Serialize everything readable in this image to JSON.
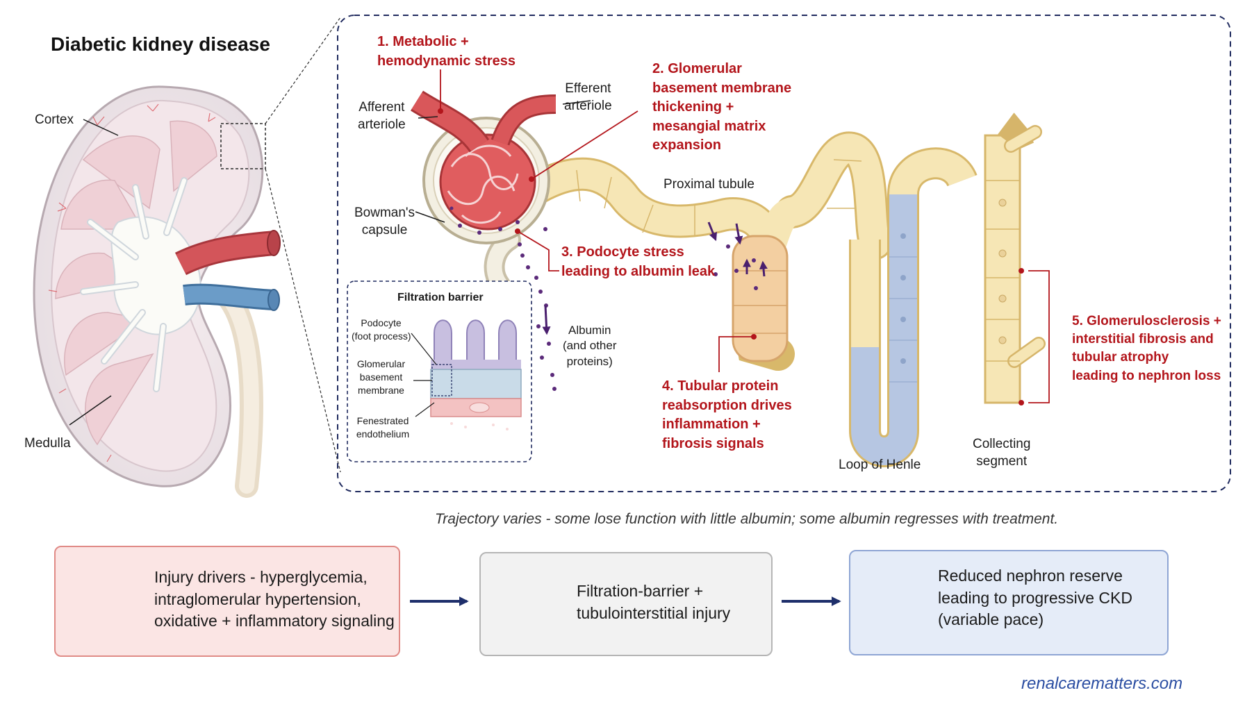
{
  "title": "Diabetic kidney disease",
  "kidney_labels": {
    "cortex": "Cortex",
    "medulla": "Medulla"
  },
  "nephron_labels": {
    "afferent": "Afferent\narteriole",
    "efferent": "Efferent\narteriole",
    "bowmans": "Bowman's\ncapsule",
    "proximal": "Proximal tubule",
    "loop": "Loop of Henle",
    "collecting": "Collecting\nsegment",
    "albumin": "Albumin\n(and other\nproteins)"
  },
  "steps": [
    {
      "text": "1. Metabolic +\nhemodynamic stress"
    },
    {
      "text": "2. Glomerular\nbasement membrane\nthickening +\nmesangial matrix\nexpansion"
    },
    {
      "text": "3. Podocyte stress\nleading to albumin leak"
    },
    {
      "text": "4. Tubular protein\nreabsorption drives\ninflammation +\nfibrosis signals"
    },
    {
      "text": "5. Glomerulosclerosis +\ninterstitial fibrosis and\ntubular atrophy\nleading to nephron loss"
    }
  ],
  "filtration_barrier": {
    "title": "Filtration barrier",
    "podocyte": "Podocyte\n(foot process)",
    "gbm": "Glomerular\nbasement\nmembrane",
    "endothelium": "Fenestrated\nendothelium"
  },
  "note": "Trajectory varies - some lose function with little albumin; some albumin regresses with treatment.",
  "flow": [
    {
      "text": "Injury drivers - hyperglycemia,\nintraglomerular hypertension,\noxidative + inflammatory signaling",
      "icon": "starburst-icon",
      "bg": "#fbe5e4",
      "border": "#e08a86"
    },
    {
      "text": "Filtration-barrier +\ntubulointerstitial injury",
      "icon": "glomerulus-icon",
      "bg": "#f2f2f2",
      "border": "#b5b5b5"
    },
    {
      "text": "Reduced nephron reserve\nleading to progressive CKD\n(variable pace)",
      "icon": "kidney-icon",
      "bg": "#e5ecf8",
      "border": "#8ea5d4"
    }
  ],
  "footer": "renalcarematters.com",
  "colors": {
    "accent_red": "#b3151b",
    "arrow_navy": "#1e2f6b",
    "footer_blue": "#2b4ea2"
  }
}
